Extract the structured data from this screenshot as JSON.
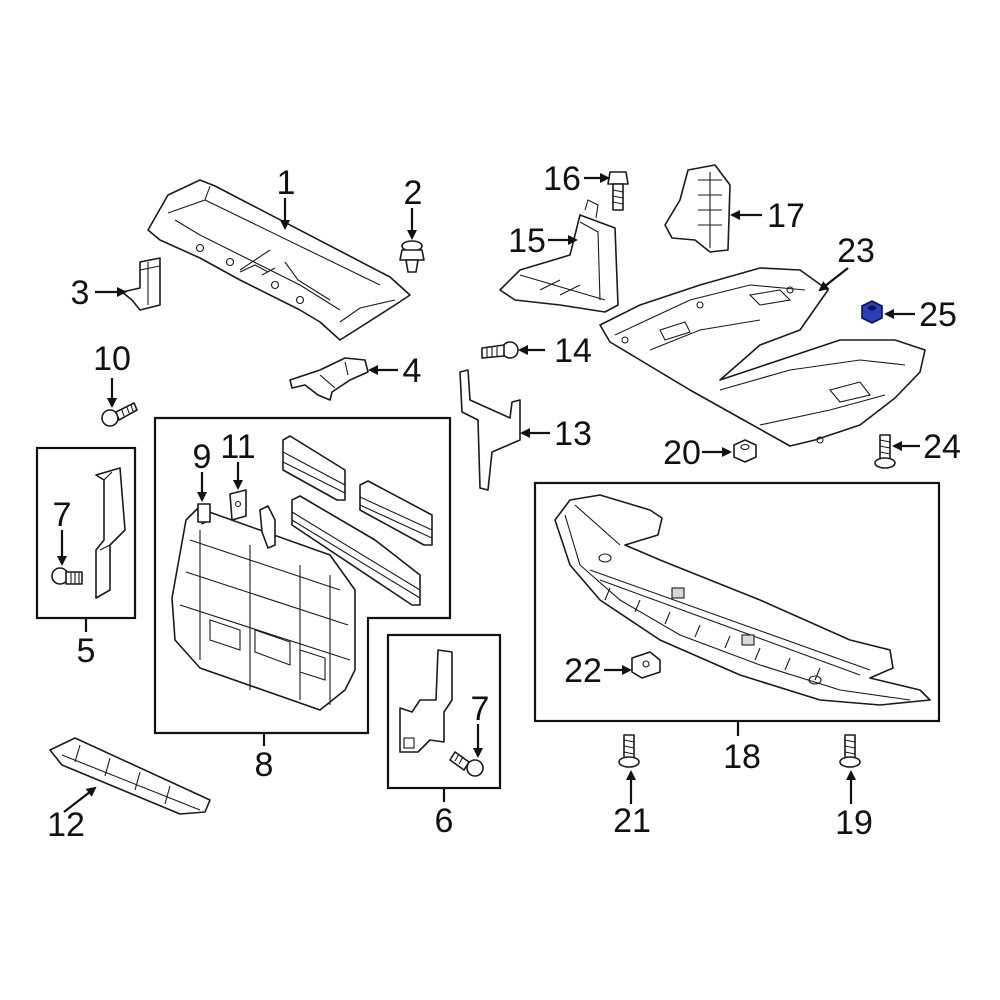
{
  "callouts": {
    "c1": "1",
    "c2": "2",
    "c3": "3",
    "c4": "4",
    "c5": "5",
    "c6": "6",
    "c7a": "7",
    "c7b": "7",
    "c8": "8",
    "c9": "9",
    "c10": "10",
    "c11": "11",
    "c12": "12",
    "c13": "13",
    "c14": "14",
    "c15": "15",
    "c16": "16",
    "c17": "17",
    "c18": "18",
    "c19": "19",
    "c20": "20",
    "c21": "21",
    "c22": "22",
    "c23": "23",
    "c24": "24",
    "c25": "25"
  },
  "colors": {
    "highlight": "#2b3fb8",
    "line": "#1a1a1a"
  },
  "highlighted_part": "25"
}
